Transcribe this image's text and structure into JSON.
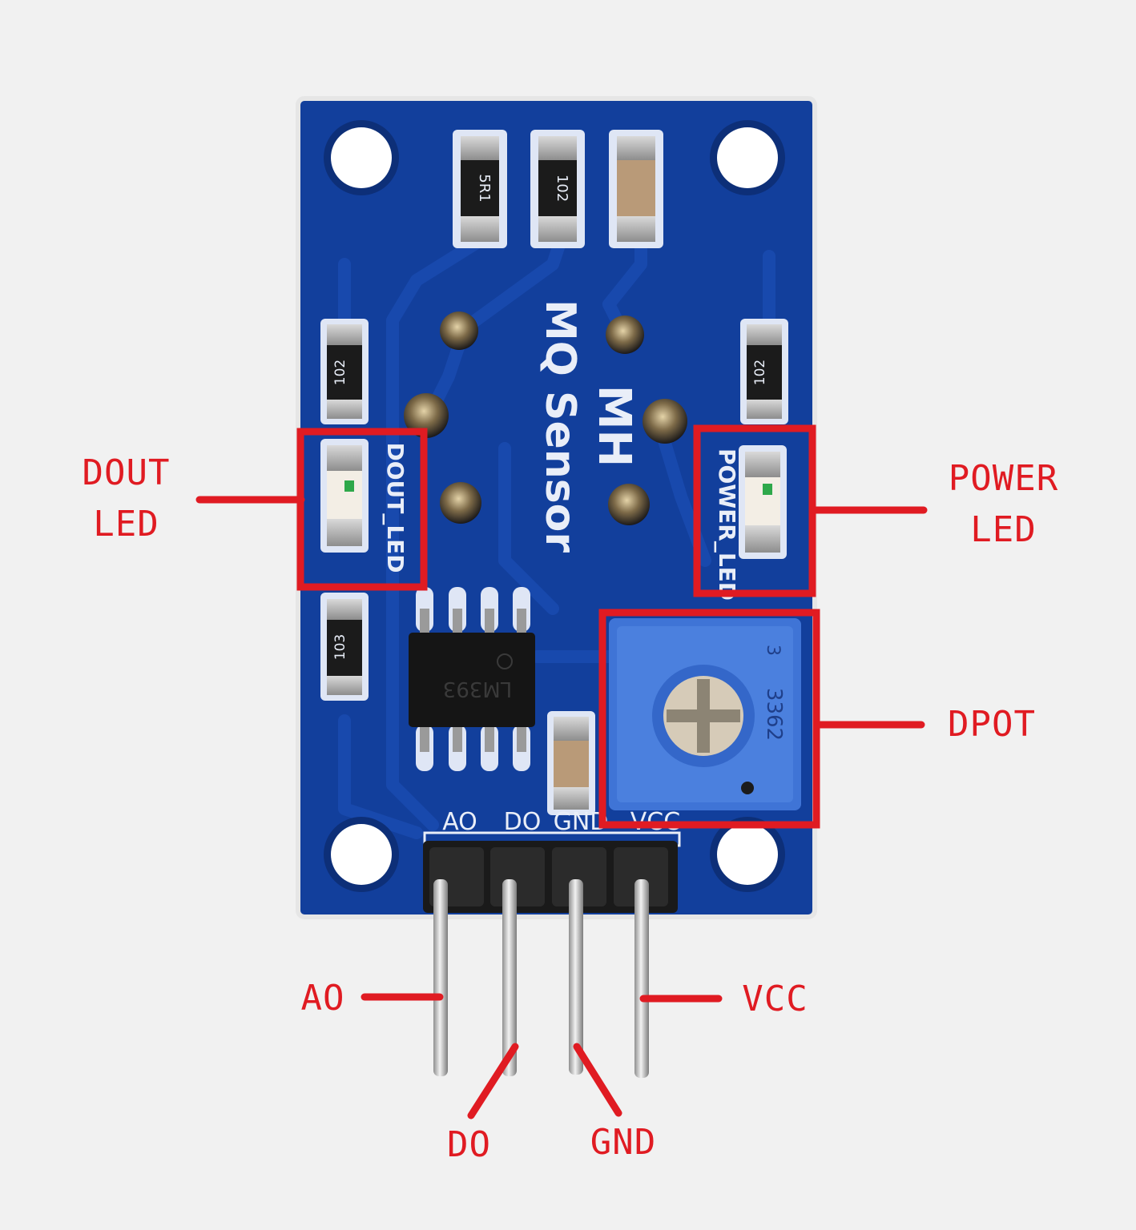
{
  "board": {
    "brand_label": "MH",
    "name_label": "MQ Sensor",
    "dout_led_silk": "DOUT_LED",
    "power_led_silk": "POWER_LED",
    "resistor_top_left": "5R1",
    "resistor_top_mid": "102",
    "resistor_left_upper": "102",
    "resistor_right_upper": "102",
    "resistor_left_lower": "103",
    "ic_marking": "LM393",
    "pot_marking": "3362",
    "pot_pin_marking": "3",
    "pin_silk": [
      "AO",
      "DO",
      "GND",
      "VCC"
    ],
    "colors": {
      "pcb": "#123f9c",
      "pcb_dark": "#0d2f78",
      "trace": "#1a4bb0",
      "pot": "#3f74d6",
      "annotation": "#e01b22"
    }
  },
  "callouts": {
    "dout_led_line1": "DOUT",
    "dout_led_line2": "LED",
    "power_led_line1": "POWER",
    "power_led_line2": "LED",
    "dpot": "DPOT",
    "ao": "AO",
    "do": "DO",
    "gnd": "GND",
    "vcc": "VCC"
  }
}
